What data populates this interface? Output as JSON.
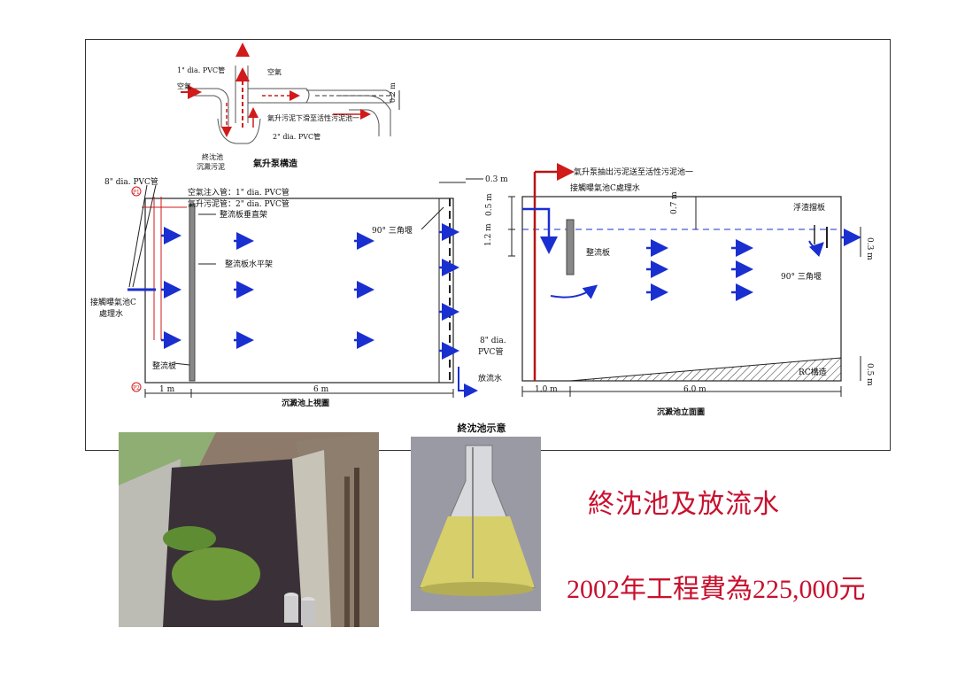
{
  "colors": {
    "accent_red": "#c8102e",
    "arrow_blue": "#1a2fd0",
    "pipe_red": "#d11a1a",
    "line": "#222222"
  },
  "airlift": {
    "pipe1": "1\" dia. PVC管",
    "air_in": "空氣",
    "air_out": "空氣",
    "note": "氣升污泥下滑至活性污泥池一",
    "pipe2": "2\" dia. PVC管",
    "sludge": "終沈池",
    "sludge2": "沉澱污泥",
    "dim": "0.2 m",
    "caption": "氣升泵構造"
  },
  "plan": {
    "pvc8_top": "8\" dia. PVC管",
    "p1": "P1",
    "p2": "P2",
    "air_pipe": "空氣注入管：1\" dia. PVC管",
    "sludge_pipe": "氣升污泥管：2\" dia. PVC管",
    "vertical_frame": "整流板垂直架",
    "horizontal_frame": "整流板水平架",
    "weir": "90° 三角堰",
    "inflow": "接觸曝氣池C",
    "inflow2": "處理水",
    "baffle": "整流板",
    "pvc8_bottom": "8\" dia.",
    "pvc8_bottom2": "PVC管",
    "outflow": "放流水",
    "dim_03": "0.3 m",
    "dim_1": "1 m",
    "dim_6": "6 m",
    "caption": "沉澱池上視圖"
  },
  "elevation": {
    "airlift_note": "氣升泵抽出污泥送至活性污泥池一",
    "inflow": "接觸曝氣池C處理水",
    "scum_board": "浮渣擋板",
    "baffle": "整流板",
    "weir": "90° 三角堰",
    "rc": "RC構造",
    "dim_05_top": "0.5 m",
    "dim_07": "0.7 m",
    "dim_12": "1.2 m",
    "dim_03": "0.3 m",
    "dim_05_bot": "0.5 m",
    "dim_10": "1.0 m",
    "dim_60": "6.0 m",
    "caption": "沉澱池立面圖"
  },
  "photo_caption": "終沈池示意",
  "slide_title": "終沈池及放流水",
  "cost": "2002年工程費為225,000元"
}
